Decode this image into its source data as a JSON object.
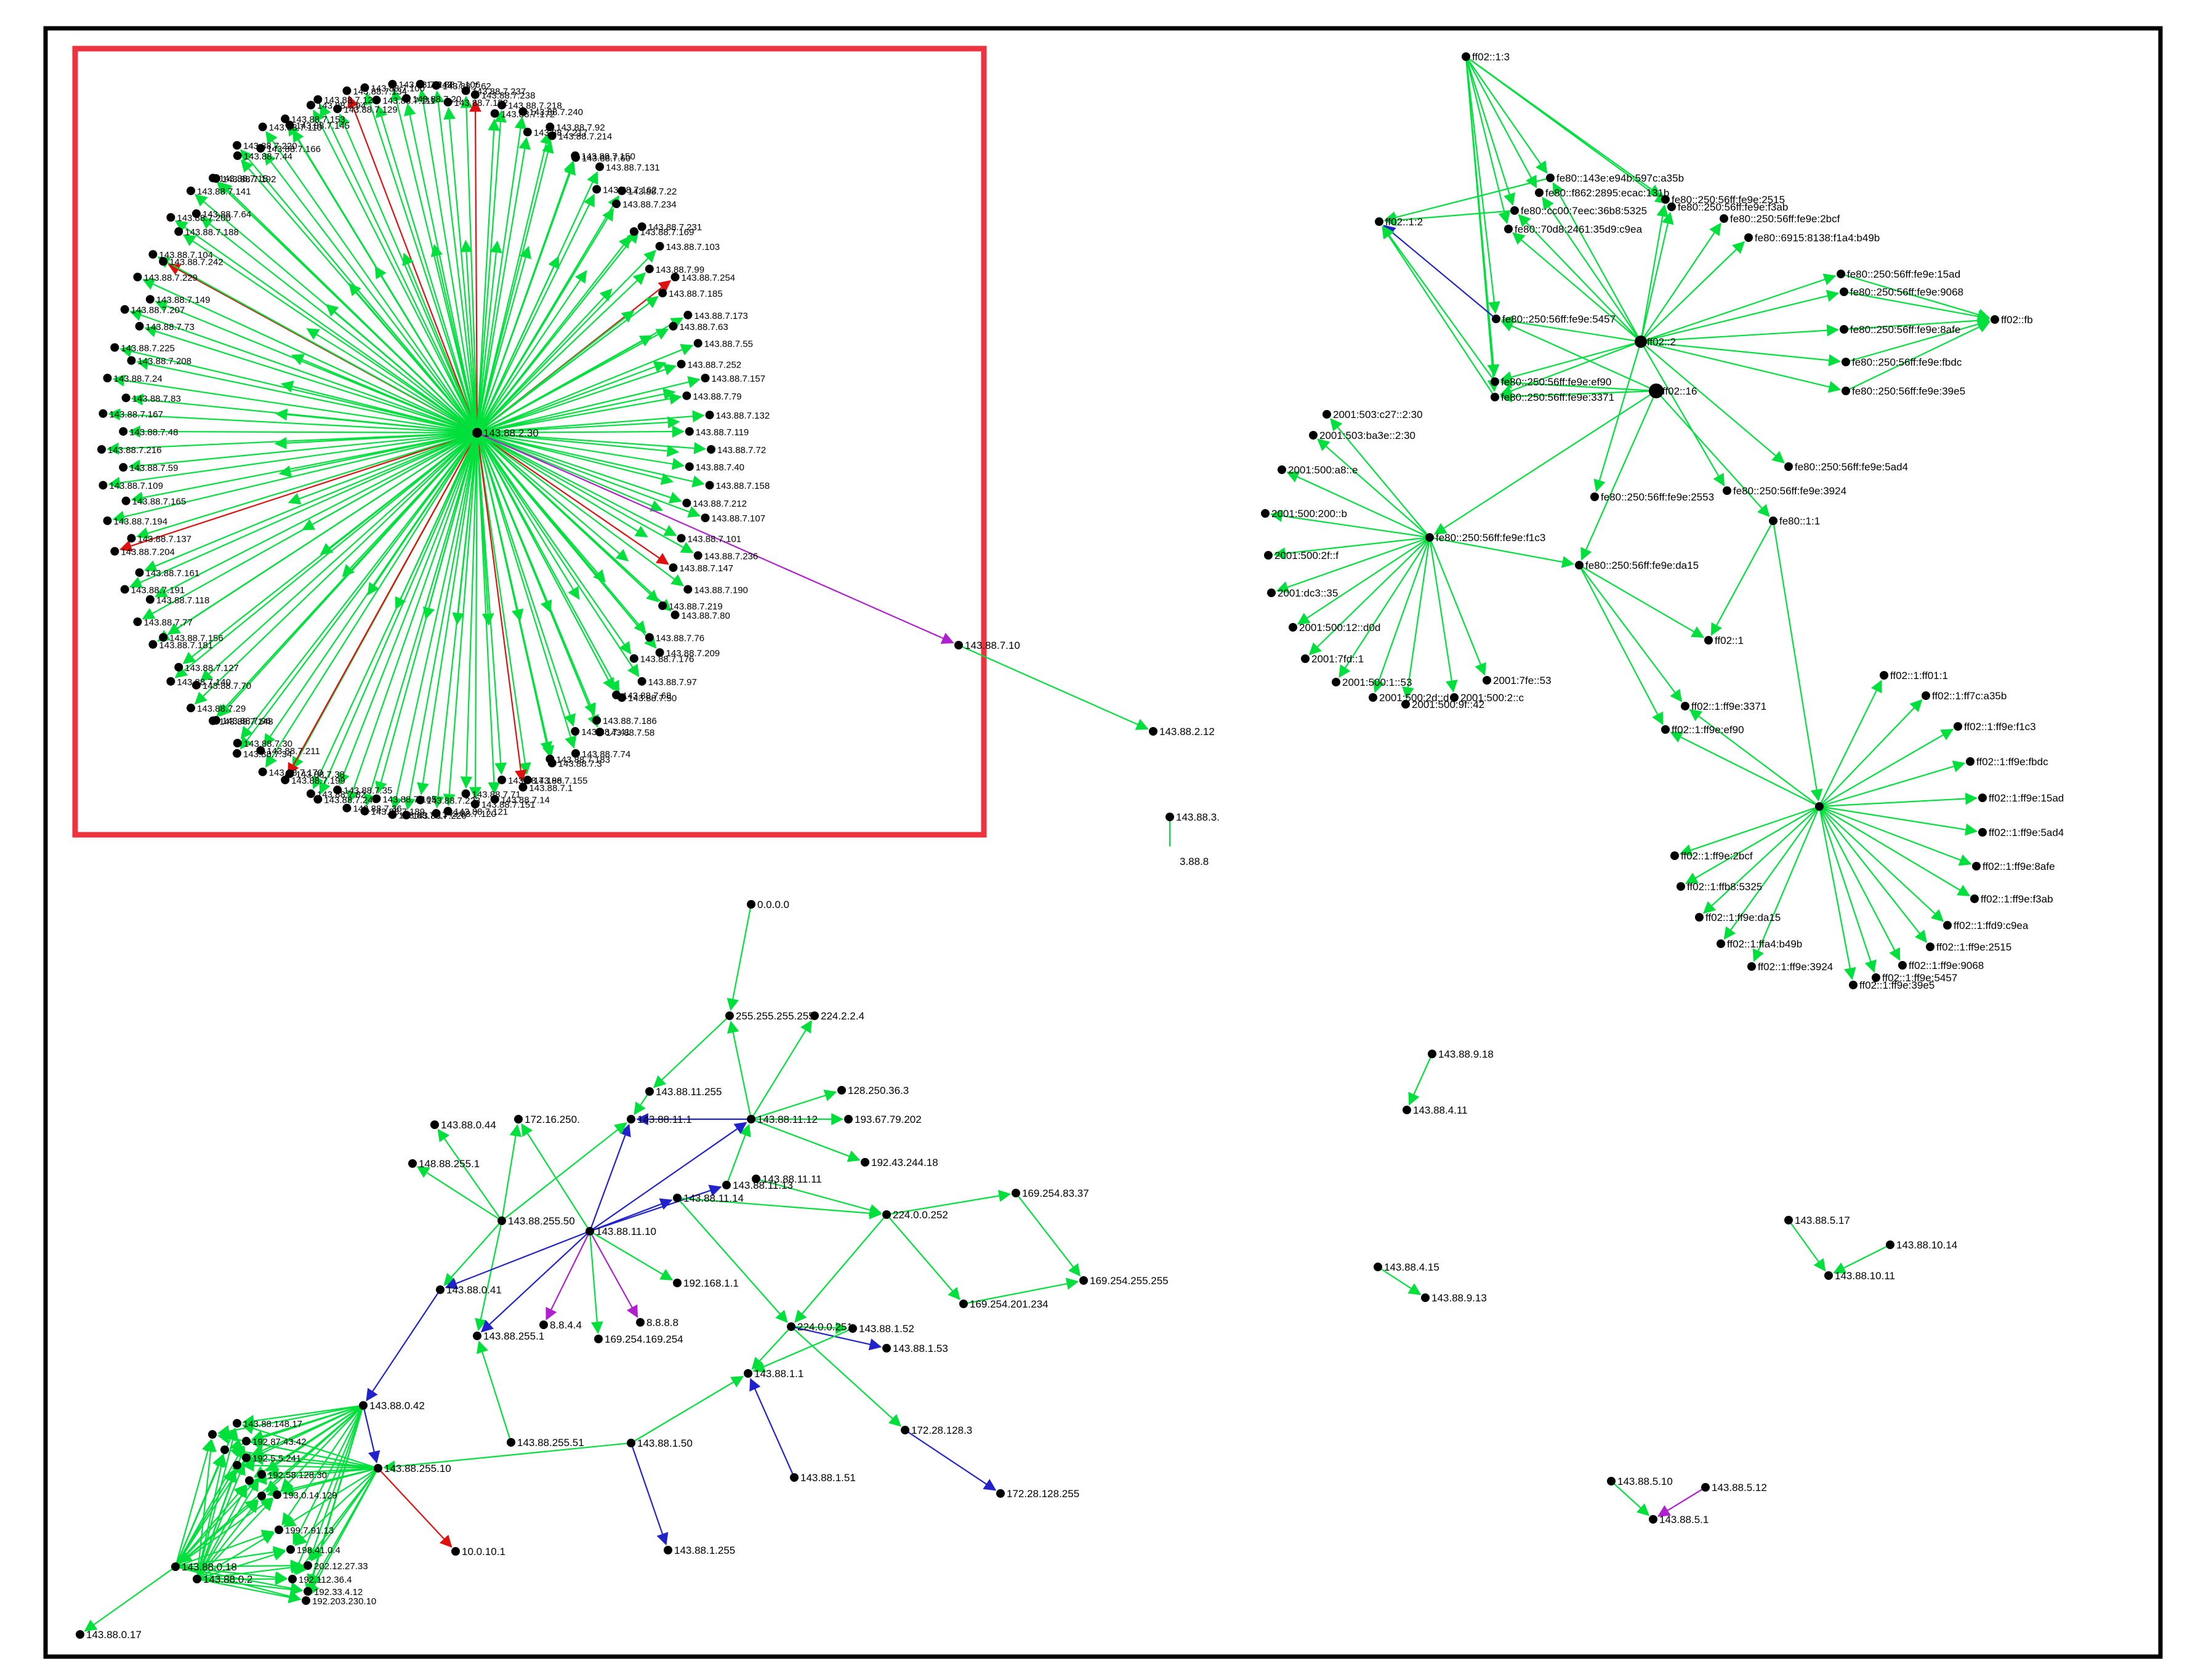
{
  "colors": {
    "edge_default": "#00e03c",
    "edge_blue": "#2222cc",
    "edge_red": "#e01010",
    "edge_purple": "#b020d0",
    "node": "#000000",
    "frame": "#000000",
    "highlight_box": "#ee3340"
  },
  "clusters": {
    "star_hub": "143.88.2.30",
    "star_leaves": [
      "143.88.7.20",
      "143.88.7.106",
      "143.88.7.62",
      "143.88.7.152",
      "143.88.7.237",
      "143.88.7.238",
      "143.88.7.172",
      "143.88.7.218",
      "143.88.7.240",
      "143.88.7.217",
      "143.88.7.92",
      "143.88.7.214",
      "143.88.7.60",
      "143.88.7.150",
      "143.88.7.131",
      "143.88.7.162",
      "143.88.7.22",
      "143.88.7.234",
      "143.88.7.231",
      "143.88.7.169",
      "143.88.7.103",
      "143.88.7.99",
      "143.88.7.254",
      "143.88.7.185",
      "143.88.7.173",
      "143.88.7.63",
      "143.88.7.55",
      "143.88.7.252",
      "143.88.7.157",
      "143.88.7.79",
      "143.88.7.132",
      "143.88.7.119",
      "143.88.7.72",
      "143.88.7.40",
      "143.88.7.158",
      "143.88.7.212",
      "143.88.7.107",
      "143.88.7.101",
      "143.88.7.236",
      "143.88.7.147",
      "143.88.7.190",
      "143.88.7.219",
      "143.88.7.80",
      "143.88.7.76",
      "143.88.7.209",
      "143.88.7.176",
      "143.88.7.97",
      "143.88.7.68",
      "143.88.7.50",
      "143.88.7.186",
      "143.88.7.58",
      "143.88.7.41",
      "143.88.7.74",
      "143.88.7.3",
      "143.88.7.183",
      "143.88.7.155",
      "143.88.7.1",
      "143.88.7.196",
      "143.88.7.14",
      "143.88.7.151",
      "143.88.7.71",
      "143.88.7.121",
      "143.88.7.120",
      "143.88.7.223",
      "143.88.7.226",
      "143.88.7.17",
      "143.88.7.105",
      "143.88.7.189",
      "143.88.7.36",
      "143.88.7.35",
      "143.88.7.248",
      "143.88.7.82",
      "143.88.7.38",
      "143.88.7.199",
      "143.88.7.170",
      "143.88.7.211",
      "143.88.7.34",
      "143.88.7.30",
      "143.88.7.148",
      "143.88.7.96",
      "143.88.7.29",
      "143.88.7.70",
      "143.88.7.140",
      "143.88.7.127",
      "143.88.7.181",
      "143.88.7.156",
      "143.88.7.77",
      "143.88.7.118",
      "143.88.7.191",
      "143.88.7.161",
      "143.88.7.204",
      "143.88.7.137",
      "143.88.7.194",
      "143.88.7.165",
      "143.88.7.109",
      "143.88.7.59",
      "143.88.7.216",
      "143.88.7.48",
      "143.88.7.167",
      "143.88.7.83",
      "143.88.7.24",
      "143.88.7.208",
      "143.88.7.225",
      "143.88.7.73",
      "143.88.7.207",
      "143.88.7.149",
      "143.88.7.229",
      "143.88.7.242",
      "143.88.7.104",
      "143.88.7.188",
      "143.88.7.200",
      "143.88.7.64",
      "143.88.7.141",
      "143.88.7.192",
      "143.88.7.15",
      "143.88.7.44",
      "143.88.7.220",
      "143.88.7.166",
      "143.88.7.110",
      "143.88.7.153",
      "143.88.7.145",
      "143.88.7.94",
      "143.88.7.125",
      "143.88.7.129",
      "143.88.7.134",
      "143.88.7.100",
      "143.88.7.111",
      "143.88.7.243"
    ],
    "outside_star": [
      "143.88.7.10",
      "143.88.2.12",
      "143.88.3.",
      "3.88.8"
    ],
    "ipv6": {
      "ff02_1_3": "ff02::1:3",
      "ff02_1_2": "ff02::1:2",
      "ff02_2": "ff02::2",
      "ff02_16": "ff02::16",
      "ff02_fb": "ff02::fb",
      "ff02_1": "ff02::1",
      "fe80_1_1": "fe80::1:1",
      "fe80_f1c3": "fe80::250:56ff:fe9e:f1c3",
      "fe80_da15": "fe80::250:56ff:fe9e:da15",
      "fe80_5457": "fe80::250:56ff:fe9e:5457",
      "fe80_ef90": "fe80::250:56ff:fe9e:ef90",
      "fe80_3371": "fe80::250:56ff:fe9e:3371",
      "fe80_2553": "fe80::250:56ff:fe9e:2553",
      "fe80_3924": "fe80::250:56ff:fe9e:3924",
      "fe80_5ad4": "fe80::250:56ff:fe9e:5ad4",
      "fe80_15ad": "fe80::250:56ff:fe9e:15ad",
      "fe80_9068": "fe80::250:56ff:fe9e:9068",
      "fe80_8afe": "fe80::250:56ff:fe9e:8afe",
      "fe80_fbdc": "fe80::250:56ff:fe9e:fbdc",
      "fe80_39e5": "fe80::250:56ff:fe9e:39e5",
      "fe80_2515": "fe80::250:56ff:fe9e:2515",
      "fe80_f3ab": "fe80::250:56ff:fe9e:f3ab",
      "fe80_2bcf": "fe80::250:56ff:fe9e:2bcf",
      "fe80_143e": "fe80::143e:e94b:597c:a35b",
      "fe80_f862": "fe80::f862:2895:ecac:131b",
      "fe80_cc00": "fe80::cc00:7eec:36b8:5325",
      "fe80_70d8": "fe80::70d8:2461:35d9:c9ea",
      "fe80_6915": "fe80::6915:8138:f1a4:b49b",
      "v6_a": "2001:503:c27::2:30",
      "v6_b": "2001:503:ba3e::2:30",
      "v6_c": "2001:500:a8::e",
      "v6_d": "2001:500:200::b",
      "v6_e": "2001:500:2f::f",
      "v6_f": "2001:dc3::35",
      "v6_g": "2001:500:12::d0d",
      "v6_h": "2001:7fd::1",
      "v6_i": "2001:500:1::53",
      "v6_j": "2001:500:2d::d",
      "v6_k": "2001:500:9f::42",
      "v6_l": "2001:500:2::c",
      "v6_m": "2001:7fe::53",
      "ff02_3371": "ff02::1:ff9e:3371",
      "ff02_ef90": "ff02::1:ff9e:ef90",
      "ff02_ff01": "ff02::1:ff01:1",
      "ff02_a35b": "ff02::1:ff7c:a35b",
      "ff02_f1c3": "ff02::1:ff9e:f1c3",
      "ff02_fbdc": "ff02::1:ff9e:fbdc",
      "ff02_15ad": "ff02::1:ff9e:15ad",
      "ff02_5ad4": "ff02::1:ff9e:5ad4",
      "ff02_8afe": "ff02::1:ff9e:8afe",
      "ff02_f3ab": "ff02::1:ff9e:f3ab",
      "ff02_c9ea": "ff02::1:ffd9:c9ea",
      "ff02_2515": "ff02::1:ff9e:2515",
      "ff02_5457": "ff02::1:ff9e:5457",
      "ff02_9068": "ff02::1:ff9e:9068",
      "ff02_39e5": "ff02::1:ff9e:39e5",
      "ff02_3924": "ff02::1:ff9e:3924",
      "ff02_b49b": "ff02::1:ffa4:b49b",
      "ff02_da15": "ff02::1:ff9e:da15",
      "ff02_5325": "ff02::1:ffb8:5325",
      "ff02_2bcf": "ff02::1:ff9e:2bcf"
    },
    "ipv4": {
      "n0000": "0.0.0.0",
      "nbcast": "255.255.255.255",
      "n224_2_2_4": "224.2.2.4",
      "n128": "128.250.36.3",
      "n193": "193.67.79.202",
      "n192_43": "192.43.244.18",
      "n169_83": "169.254.83.37",
      "n169_255": "169.254.255.255",
      "n169_201": "169.254.201.234",
      "n11_255": "143.88.11.255",
      "n11_1": "143.88.11.1",
      "n11_12": "143.88.11.12",
      "n11_11": "143.88.11.11",
      "n11_13": "143.88.11.13",
      "n11_14": "143.88.11.14",
      "n11_10": "143.88.11.10",
      "n224_252": "224.0.0.252",
      "n224_251": "224.0.0.251",
      "n172_16": "172.16.250.",
      "n0_44": "143.88.0.44",
      "n0_41": "143.88.0.41",
      "n0_42": "143.88.0.42",
      "n148": "148.88.255.1",
      "n255_50": "143.88.255.50",
      "n255_1": "143.88.255.1",
      "n255_10": "143.88.255.10",
      "n255_51": "143.88.255.51",
      "n8844": "8.8.4.4",
      "n8888": "8.8.8.8",
      "n169_254": "169.254.169.254",
      "n192_168": "192.168.1.1",
      "n1_52": "143.88.1.52",
      "n1_53": "143.88.1.53",
      "n1_1": "143.88.1.1",
      "n1_50": "143.88.1.50",
      "n1_51": "143.88.1.51",
      "n1_255": "143.88.1.255",
      "n172_28": "172.28.128.3",
      "n172_28b": "172.28.128.255",
      "n10": "10.0.10.1",
      "n0_18": "143.88.0.18",
      "n0_2": "143.88.0.2",
      "n0_17": "143.88.0.17",
      "n118": "143.88.148.17",
      "n83": "192.87.43.42",
      "n58": "192.58.128.30",
      "n93": "193.0.14.129",
      "n199": "199.7.91.13",
      "n198": "198.41.0.4",
      "n202": "202.12.27.33",
      "n192_36": "192.112.36.4",
      "n192_33": "192.33.4.12",
      "n192_203": "192.203.230.10",
      "n192_5": "192.5.5.241"
    },
    "isolated": {
      "p9_18": "143.88.9.18",
      "p4_11": "143.88.4.11",
      "p4_15": "143.88.4.15",
      "p9_13": "143.88.9.13",
      "p5_17": "143.88.5.17",
      "p10_14": "143.88.10.14",
      "p10_11": "143.88.10.11",
      "p5_10": "143.88.5.10",
      "p5_12": "143.88.5.12",
      "p5_1": "143.88.5.1"
    }
  }
}
